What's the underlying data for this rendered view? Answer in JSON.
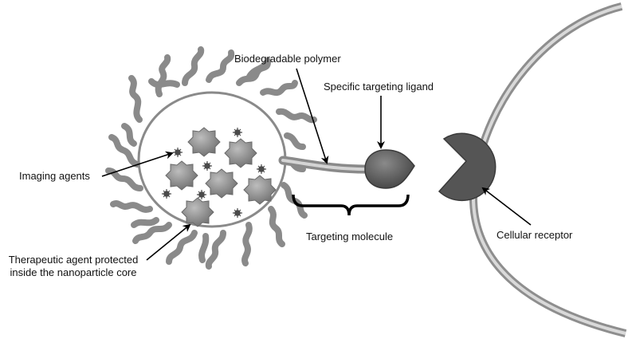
{
  "labels": {
    "biodegradable_polymer": "Biodegradable polymer",
    "specific_targeting_ligand": "Specific targeting ligand",
    "imaging_agents": "Imaging agents",
    "targeting_molecule": "Targeting molecule",
    "cellular_receptor": "Cellular receptor",
    "therapeutic_agent_line1": "Therapeutic agent protected",
    "therapeutic_agent_line2": "inside the nanoparticle core"
  },
  "colors": {
    "polymer_strands": "#8a8a8a",
    "drug_particles": "#8c8c8c",
    "ligand": "#5f5f5f",
    "receptor": "#4f4f4f",
    "cell_membrane": "#a8a8a8",
    "core_fill": "#ffffff",
    "arrows": "#000000"
  }
}
